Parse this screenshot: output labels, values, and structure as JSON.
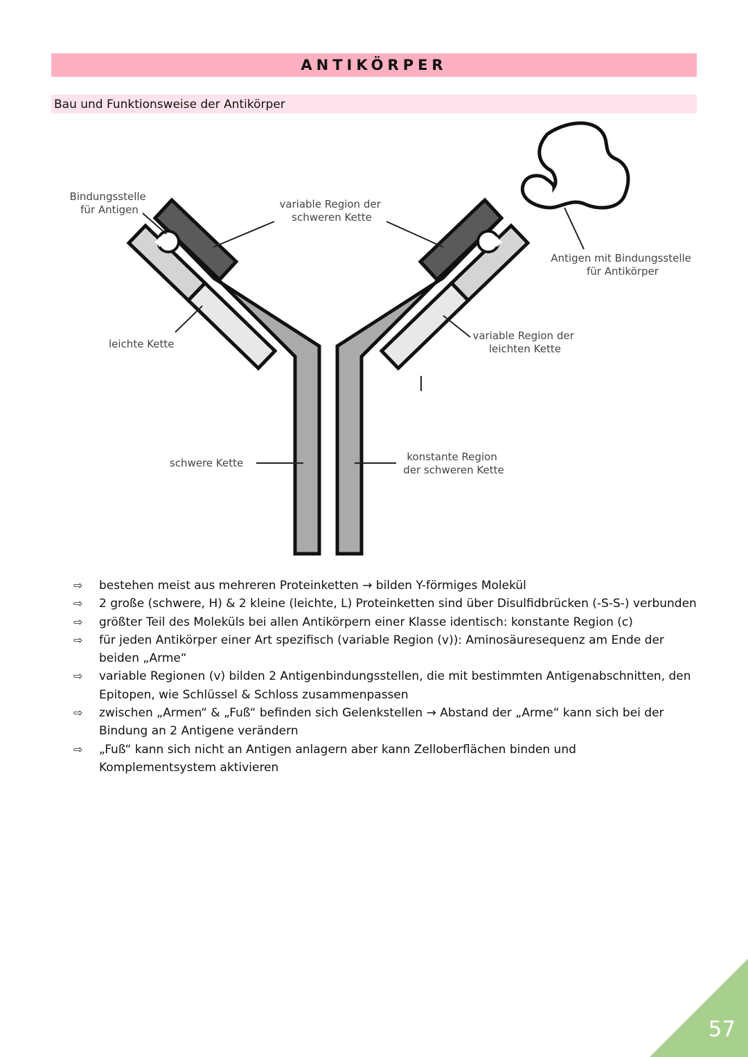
{
  "header": {
    "title": "ANTIKÖRPER",
    "subtitle": "Bau und Funktionsweise der Antikörper"
  },
  "diagram": {
    "labels": {
      "binding_site": [
        "Bindungsstelle",
        "für Antigen"
      ],
      "variable_heavy": [
        "variable Region der",
        "schweren Kette"
      ],
      "antigen": [
        "Antigen mit Bindungsstelle",
        "für Antikörper"
      ],
      "light_chain": "leichte Kette",
      "variable_light": [
        "variable Region der",
        "leichten Kette"
      ],
      "heavy_chain": "schwere Kette",
      "constant_heavy": [
        "konstante Region",
        "der schweren Kette"
      ]
    },
    "colors": {
      "variable_heavy": "#5a5a5a",
      "heavy": "#aaaaaa",
      "light": "#d4d4d4",
      "light_lower": "#e8e8e8",
      "outline": "#111111"
    }
  },
  "bullets": [
    "bestehen meist aus mehreren Proteinketten → bilden Y-förmiges Molekül",
    "2 große (schwere, H) & 2 kleine (leichte, L) Proteinketten sind über Disulfidbrücken (-S-S-) verbunden",
    "größter Teil des Moleküls bei allen Antikörpern einer Klasse identisch: konstante Region (c)",
    "für jeden Antikörper einer Art spezifisch (variable Region (v)): Aminosäuresequenz am Ende der beiden „Arme“",
    "variable Regionen (v) bilden 2 Antigenbindungsstellen, die mit bestimmten Antigenabschnitten, den Epitopen, wie Schlüssel & Schloss zusammenpassen",
    "zwischen „Armen“ & „Fuß“ befinden sich Gelenkstellen → Abstand der „Arme“ kann sich bei der Bindung an 2 Antigene verändern",
    "„Fuß“ kann sich nicht an Antigen anlagern aber kann Zelloberflächen binden und Komplementsystem aktivieren"
  ],
  "bullet_icon": "hollow-arrow-icon",
  "page": {
    "number": "57",
    "corner_color": "#a8d08d"
  }
}
